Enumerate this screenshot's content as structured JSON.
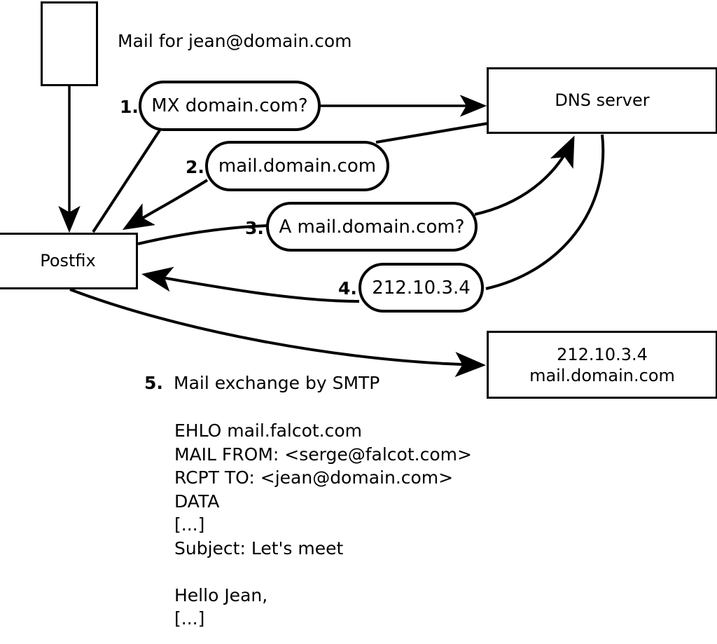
{
  "diagram": {
    "title_text": "Mail for jean@domain.com",
    "nodes": {
      "client": {
        "label": ""
      },
      "postfix": {
        "label": "Postfix"
      },
      "dns": {
        "label": "DNS server"
      },
      "mailserver": {
        "line1": "212.10.3.4",
        "line2": "mail.domain.com"
      }
    },
    "steps": [
      {
        "num": "1.",
        "label": "MX domain.com?"
      },
      {
        "num": "2.",
        "label": "mail.domain.com"
      },
      {
        "num": "3.",
        "label": "A mail.domain.com?"
      },
      {
        "num": "4.",
        "label": "212.10.3.4"
      },
      {
        "num": "5.",
        "label": "Mail exchange by SMTP"
      }
    ],
    "smtp_transcript": "EHLO mail.falcot.com\nMAIL FROM: <serge@falcot.com>\nRCPT TO: <jean@domain.com>\nDATA\n[...]\nSubject: Let's meet\n\nHello Jean,\n[...]\n."
  },
  "colors": {
    "stroke": "#000000",
    "background": "#ffffff"
  }
}
